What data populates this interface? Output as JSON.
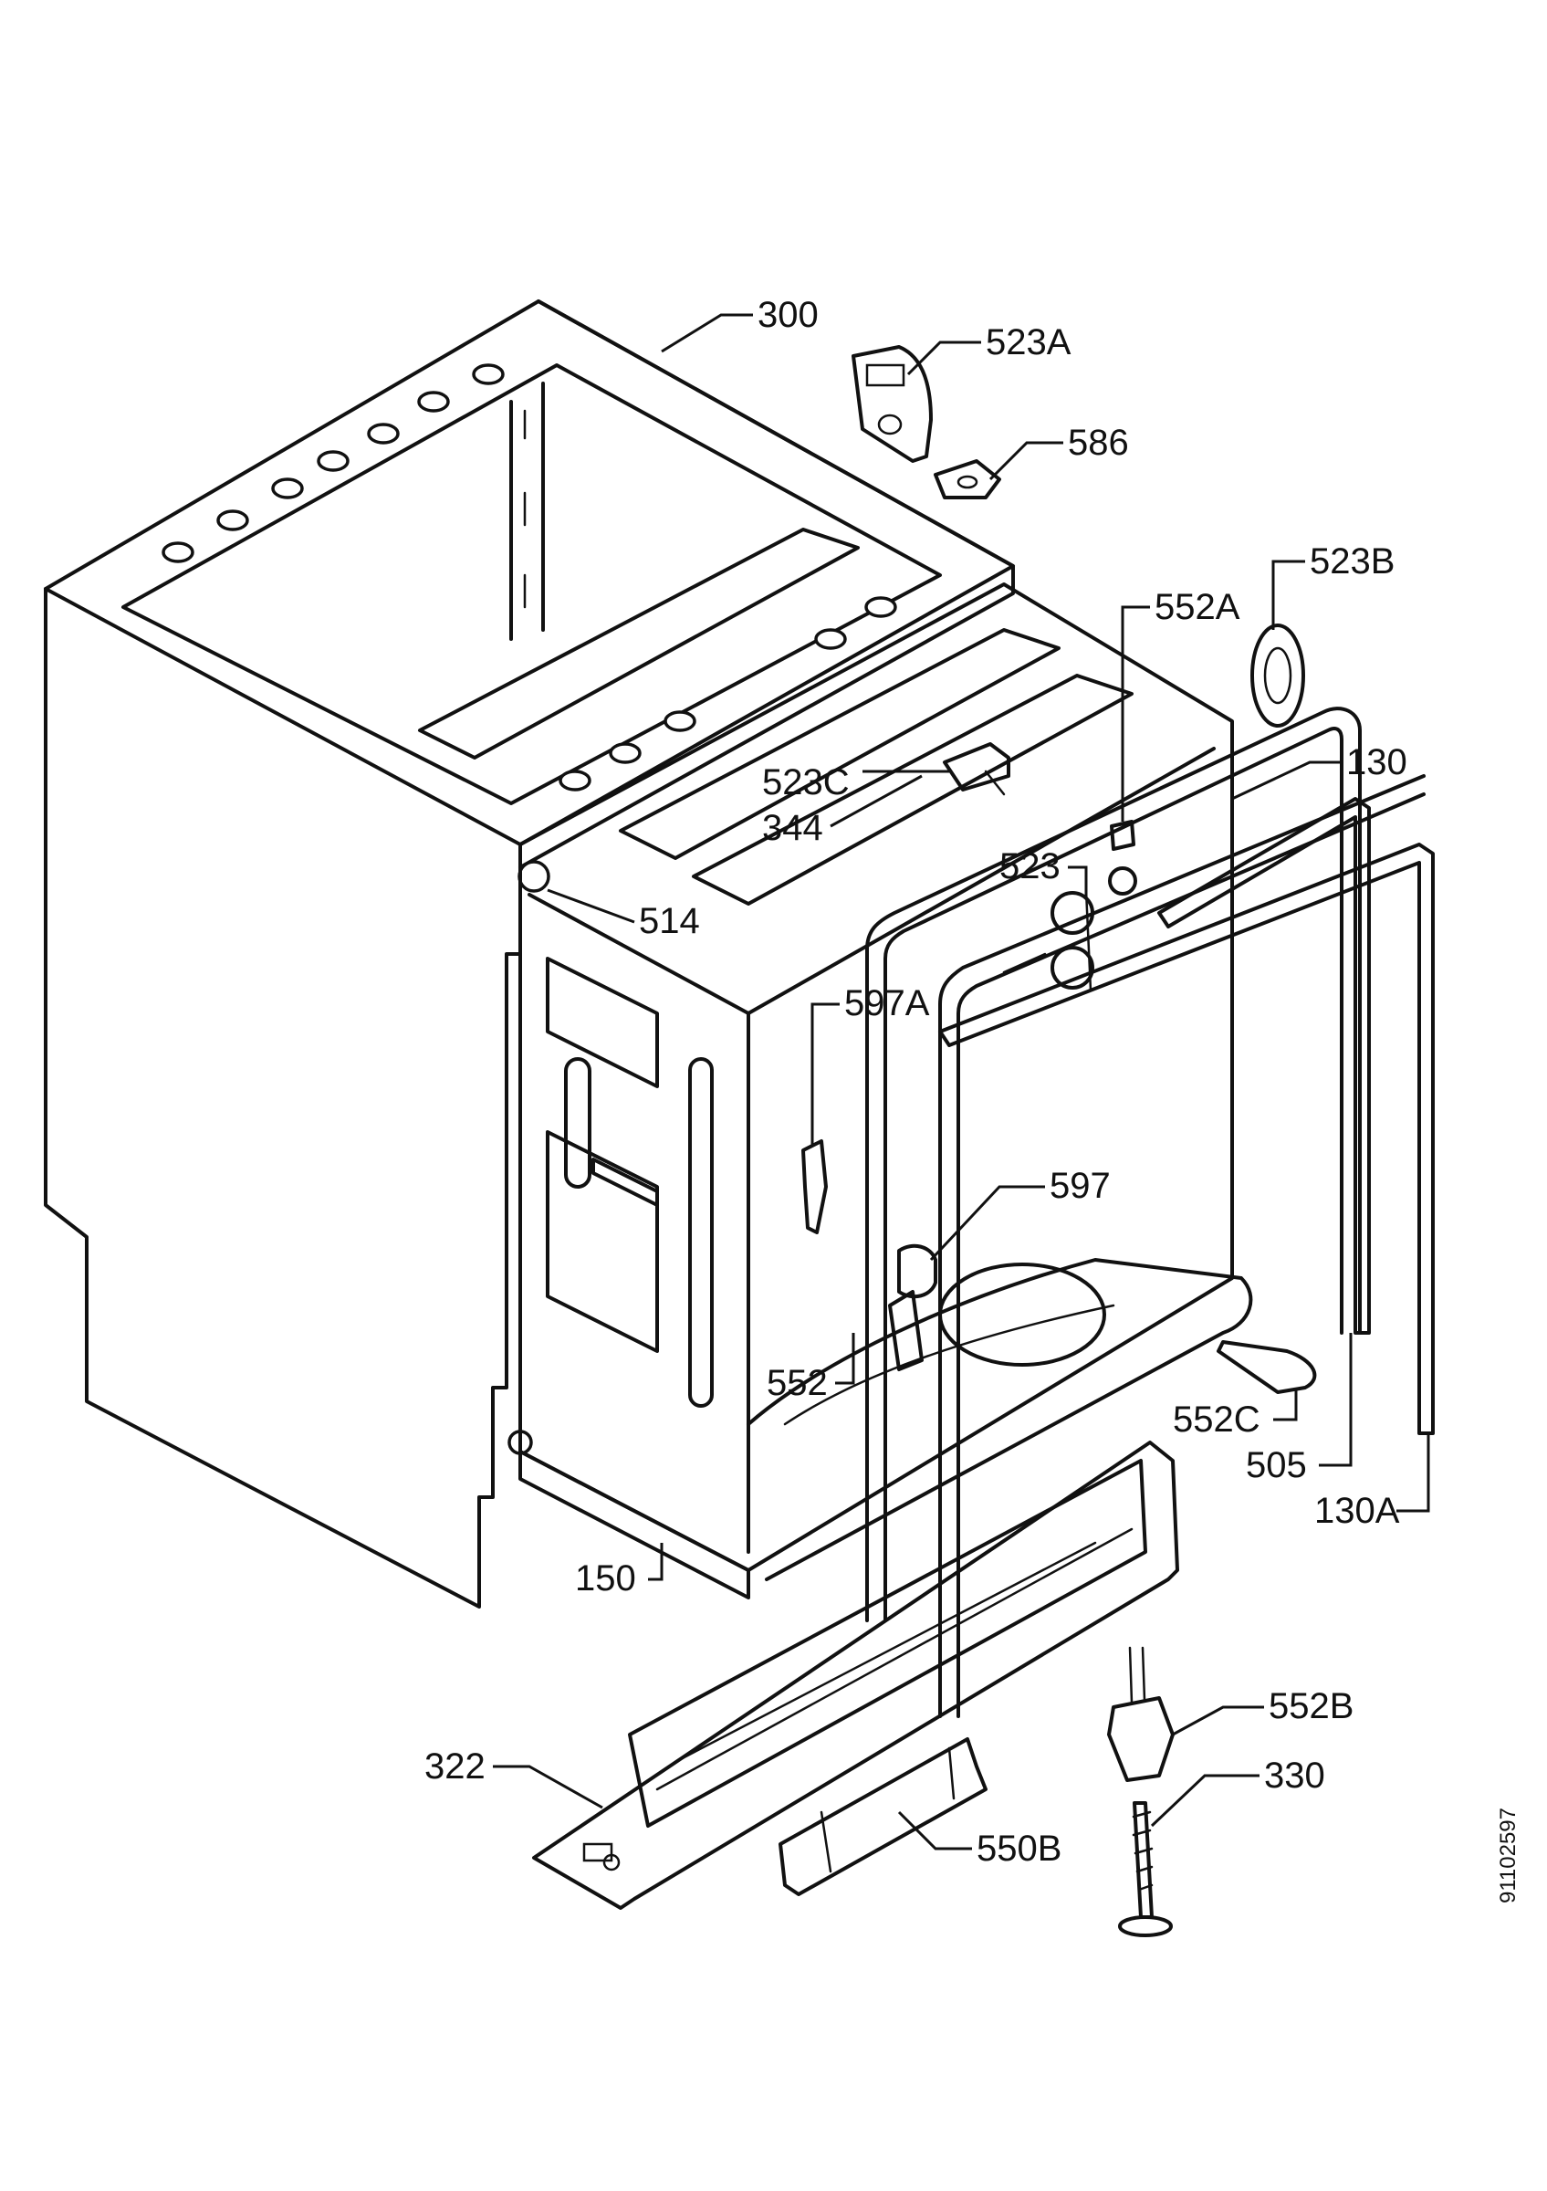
{
  "diagram": {
    "document_number": "91102597",
    "callouts": [
      {
        "id": "300",
        "text": "300"
      },
      {
        "id": "523A",
        "text": "523A"
      },
      {
        "id": "586",
        "text": "586"
      },
      {
        "id": "523B",
        "text": "523B"
      },
      {
        "id": "552A",
        "text": "552A"
      },
      {
        "id": "130",
        "text": "130"
      },
      {
        "id": "523C",
        "text": "523C"
      },
      {
        "id": "344",
        "text": "344"
      },
      {
        "id": "523",
        "text": "523"
      },
      {
        "id": "514",
        "text": "514"
      },
      {
        "id": "597A",
        "text": "597A"
      },
      {
        "id": "597",
        "text": "597"
      },
      {
        "id": "552",
        "text": "552"
      },
      {
        "id": "552C",
        "text": "552C"
      },
      {
        "id": "505",
        "text": "505"
      },
      {
        "id": "130A",
        "text": "130A"
      },
      {
        "id": "150",
        "text": "150"
      },
      {
        "id": "552B",
        "text": "552B"
      },
      {
        "id": "322",
        "text": "322"
      },
      {
        "id": "330",
        "text": "330"
      },
      {
        "id": "550B",
        "text": "550B"
      }
    ]
  }
}
